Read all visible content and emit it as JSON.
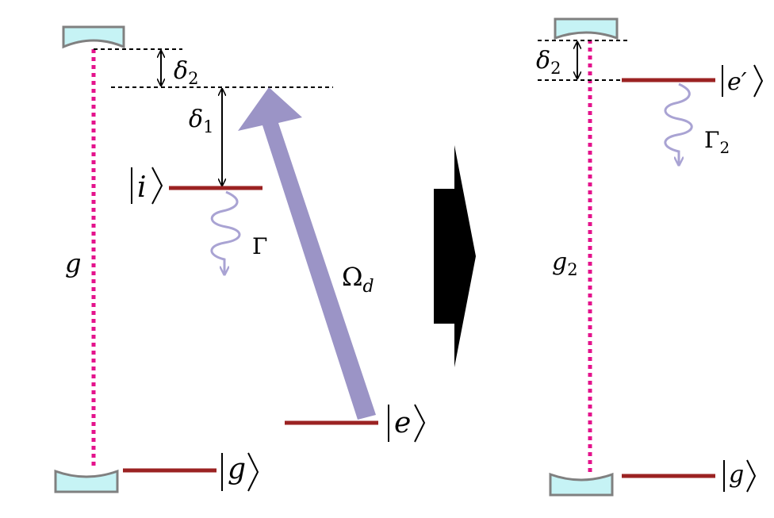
{
  "left": {
    "label_g": "g",
    "label_delta": "δ",
    "label_delta1_sub": "1",
    "label_delta2_sub": "2",
    "label_gamma": "Γ",
    "label_omega": "Ω",
    "label_omega_sub": "d",
    "ket_i": "i",
    "ket_e": "e",
    "ket_g": "g"
  },
  "right": {
    "label_g": "g",
    "label_g_sub": "2",
    "label_delta": "δ",
    "label_delta_sub": "2",
    "label_gamma": "Γ",
    "label_gamma_sub": "2",
    "ket_eprime": "e′",
    "ket_g": "g"
  },
  "colors": {
    "cavity_mode": "#e4138c",
    "level": "#9b2222",
    "drive_beam": "#9b94c6",
    "decay_wave": "#a9a3d3",
    "mirror_fill": "#c6f3f5",
    "mirror_stroke": "#808080",
    "transition_arrow": "#000000"
  },
  "icons": {
    "process_arrow": "right-arrow-icon"
  }
}
